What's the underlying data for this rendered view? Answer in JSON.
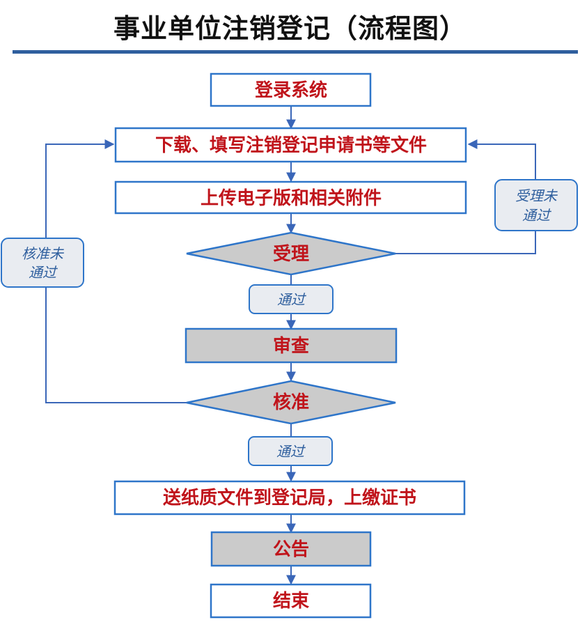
{
  "title": "事业单位注销登记（流程图）",
  "colors": {
    "rule": "#2f5f9e",
    "border": "#2e75c9",
    "arrow": "#3a66b8",
    "step_text": "#c0141b",
    "note_text": "#2f5f9e",
    "gray_fill": "#cbcbcb",
    "note_fill": "#e9ecf1"
  },
  "steps": {
    "login": "登录系统",
    "download": "下载、填写注销登记申请书等文件",
    "upload": "上传电子版和相关附件",
    "accept": "受理",
    "review": "审查",
    "approve": "核准",
    "submit": "送纸质文件到登记局，上缴证书",
    "announce": "公告",
    "end": "结束"
  },
  "notes": {
    "accept_fail_line1": "受理未",
    "accept_fail_line2": "通过",
    "approve_fail_line1": "核准未",
    "approve_fail_line2": "通过",
    "pass_1": "通过",
    "pass_2": "通过"
  }
}
